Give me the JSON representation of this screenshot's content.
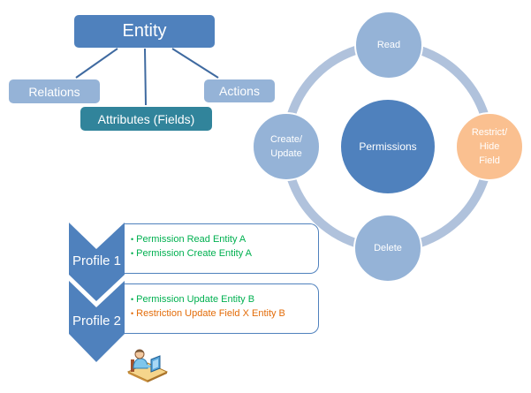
{
  "entity_model": {
    "root": "Entity",
    "children": [
      {
        "id": "relations",
        "label": "Relations"
      },
      {
        "id": "attributes",
        "label": "Attributes (Fields)"
      },
      {
        "id": "actions",
        "label": "Actions"
      }
    ]
  },
  "permissions_cycle": {
    "center": "Permissions",
    "nodes": [
      {
        "id": "read",
        "label": "Read",
        "position": "top"
      },
      {
        "id": "restrict",
        "label": "Restrict/\nHide\nField",
        "position": "right",
        "highlight": true
      },
      {
        "id": "delete",
        "label": "Delete",
        "position": "bottom"
      },
      {
        "id": "create",
        "label": "Create/\nUpdate",
        "position": "left"
      }
    ]
  },
  "profiles": [
    {
      "label": "Profile 1",
      "items": [
        {
          "text": "Permission Read Entity A",
          "type": "permission"
        },
        {
          "text": "Permission Create Entity A",
          "type": "permission"
        }
      ]
    },
    {
      "label": "Profile 2",
      "items": [
        {
          "text": "Permission Update Entity B",
          "type": "permission"
        },
        {
          "text": "Restriction Update Field X Entity B",
          "type": "restriction"
        }
      ]
    }
  ],
  "user_icon": "user-at-desk-icon",
  "bullet_glyph": "•",
  "colors": {
    "primary": "#4f81bd",
    "secondary": "#95b3d7",
    "teal": "#31849b",
    "ring": "#b0c2dc",
    "restrict": "#fac090",
    "permission_text": "#00b050",
    "restriction_text": "#e36c09"
  }
}
